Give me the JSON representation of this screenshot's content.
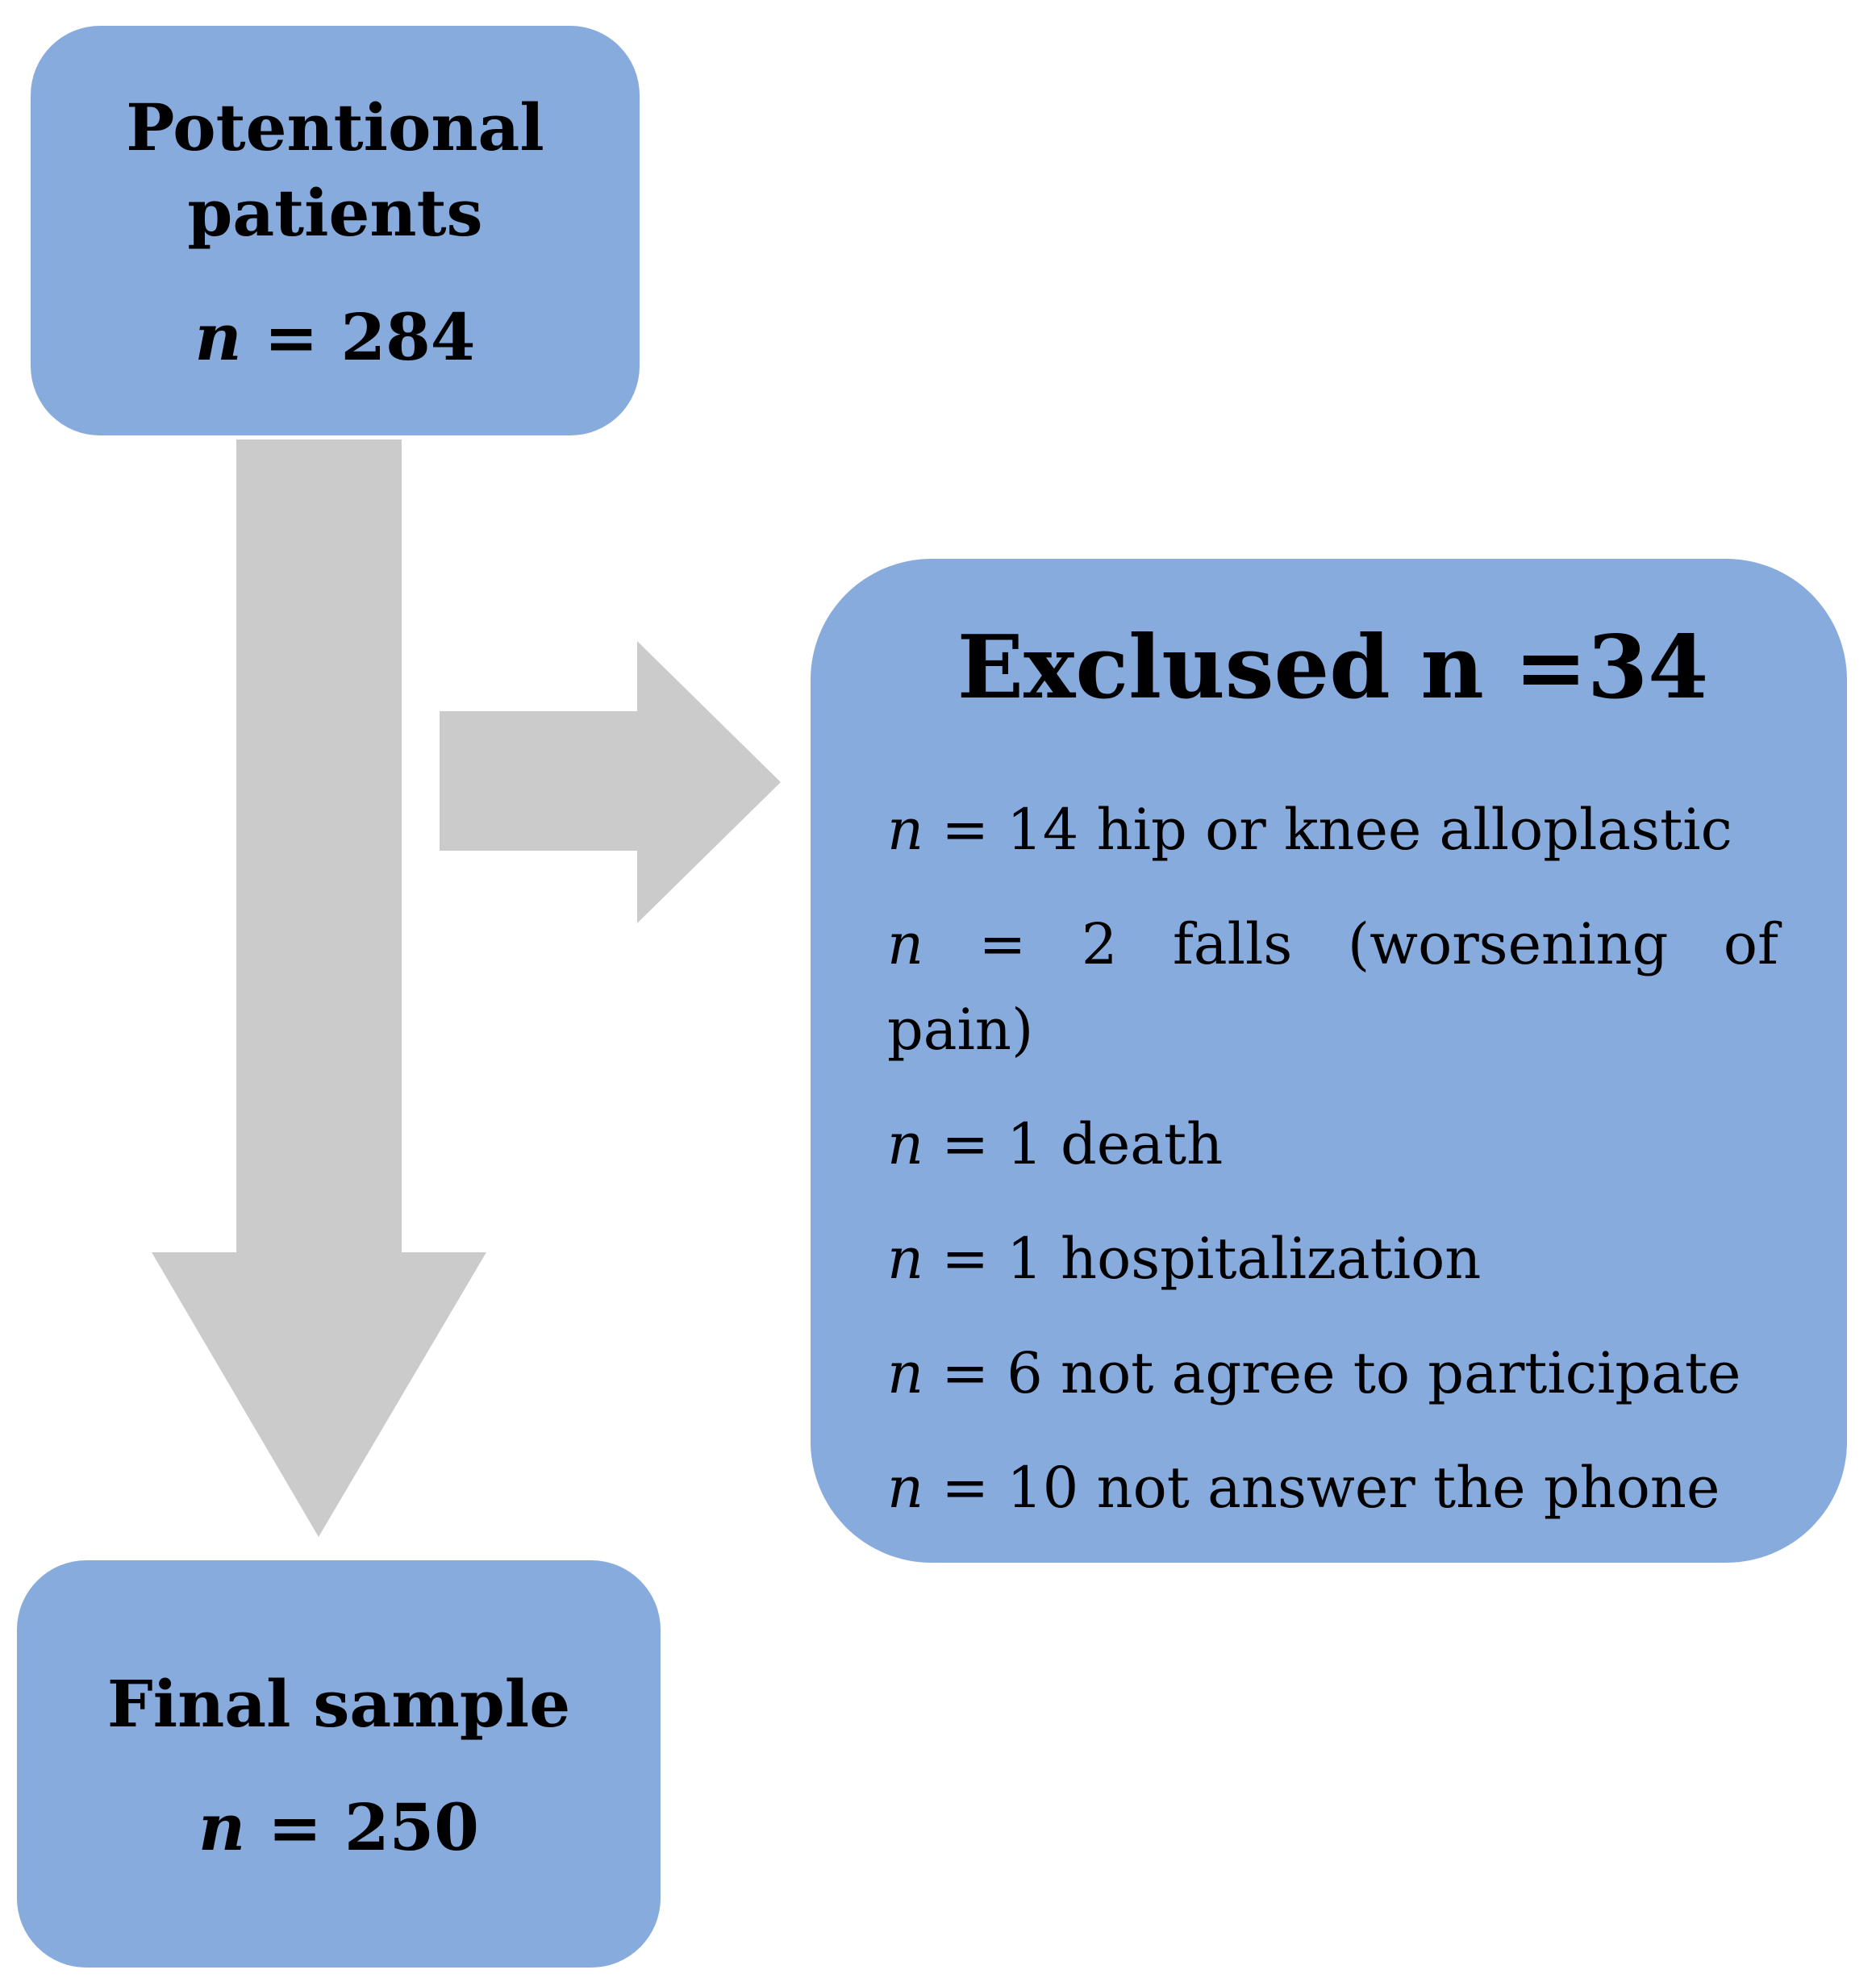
{
  "colors": {
    "box_fill": "#87abdc",
    "arrow_fill": "#cbcbcb",
    "text": "#000000",
    "background": "#ffffff"
  },
  "top_box": {
    "title": "Potentional patients",
    "n": "n",
    "n_rest": " = 284"
  },
  "excluded_box": {
    "title": "Exclused n =34",
    "items": [
      {
        "n": "n",
        "text": " = 14 hip or knee alloplastic"
      },
      {
        "n": "n",
        "text": " = 2 falls  (worsening of",
        "text2": "pain)"
      },
      {
        "n": "n",
        "text": " = 1 death"
      },
      {
        "n": "n",
        "text": " = 1 hospitalization"
      },
      {
        "n": "n",
        "text": " = 6 not agree to participate"
      },
      {
        "n": "n",
        "text": " = 10 not answer the phone"
      }
    ]
  },
  "final_box": {
    "title": "Final sample",
    "n": "n",
    "n_rest": " = 250"
  }
}
